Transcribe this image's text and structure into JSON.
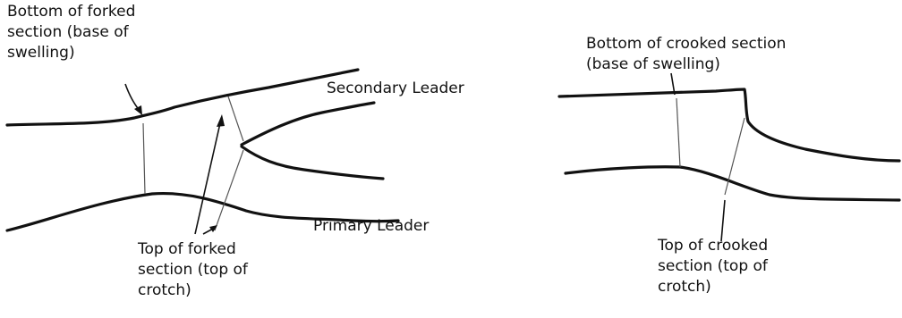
{
  "forked": {
    "bottom_label": [
      "Bottom of forked",
      "section (base of",
      "swelling)"
    ],
    "secondary_label": "Secondary Leader",
    "primary_label": "Primary Leader",
    "top_label": [
      "Top of forked",
      "section (top of",
      "crotch)"
    ]
  },
  "crooked": {
    "bottom_label": [
      "Bottom of crooked section",
      "(base of swelling)"
    ],
    "top_label": [
      "Top of crooked",
      "section (top of",
      "crotch)"
    ]
  },
  "colors": {
    "ink": "#111111",
    "guide": "#555555",
    "background": "#ffffff"
  }
}
